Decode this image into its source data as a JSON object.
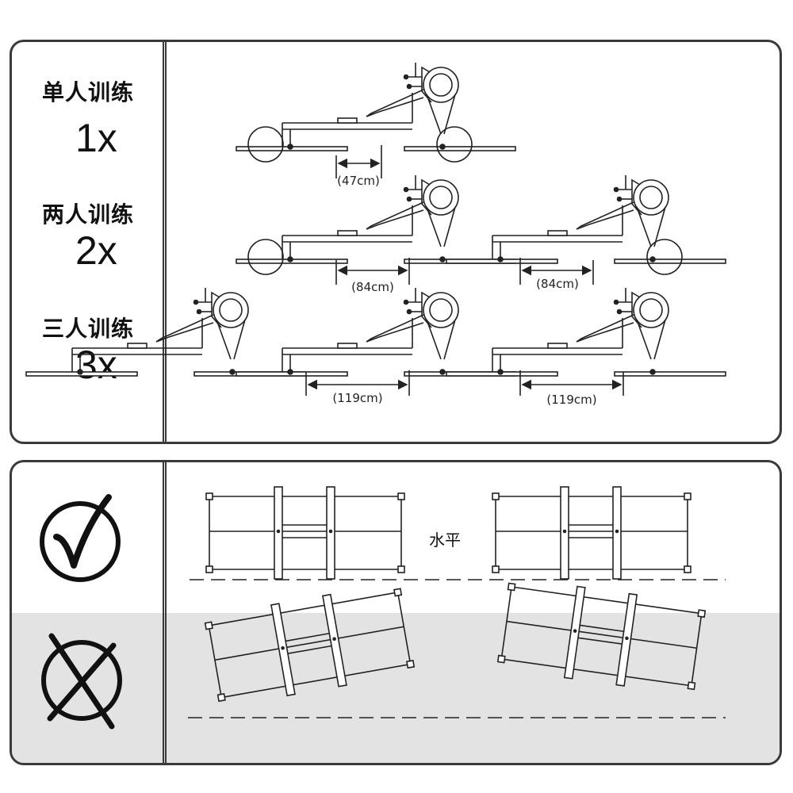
{
  "training_modes": [
    {
      "label": "单人训练",
      "count": "1x"
    },
    {
      "label": "两人训练",
      "count": "2x"
    },
    {
      "label": "三人训练",
      "count": "3x"
    }
  ],
  "spacings": {
    "single": "(47cm)",
    "double": [
      "(84cm)",
      "(84cm)"
    ],
    "triple": [
      "(119cm)",
      "(119cm)"
    ]
  },
  "level_label": "水平",
  "icons": {
    "correct": "check-circle-icon",
    "incorrect": "cross-circle-icon"
  }
}
